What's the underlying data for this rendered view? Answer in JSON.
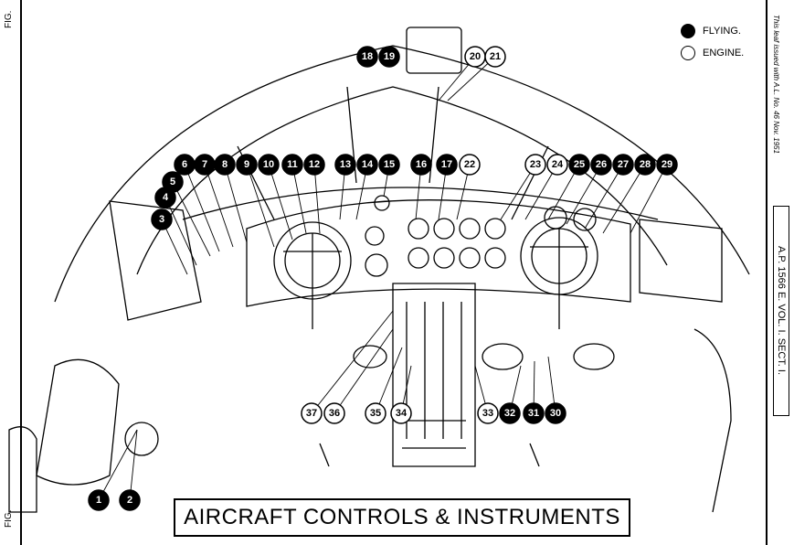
{
  "title": "AIRCRAFT CONTROLS & INSTRUMENTS",
  "legend": [
    {
      "label": "FLYING.",
      "style": "filled"
    },
    {
      "label": "ENGINE.",
      "style": "open"
    }
  ],
  "side_note": "This leaf issued with A.L. No. 46 Nov. 1951",
  "side_reference": "A.P. 1566 E. VOL. I. SECT. I.",
  "fig_label": "FIG.",
  "callouts": [
    {
      "number": "1",
      "type": "flying"
    },
    {
      "number": "2",
      "type": "flying"
    },
    {
      "number": "3",
      "type": "flying"
    },
    {
      "number": "4",
      "type": "flying"
    },
    {
      "number": "5",
      "type": "flying"
    },
    {
      "number": "6",
      "type": "flying"
    },
    {
      "number": "7",
      "type": "flying"
    },
    {
      "number": "8",
      "type": "flying"
    },
    {
      "number": "9",
      "type": "flying"
    },
    {
      "number": "10",
      "type": "flying"
    },
    {
      "number": "11",
      "type": "flying"
    },
    {
      "number": "12",
      "type": "flying"
    },
    {
      "number": "13",
      "type": "flying"
    },
    {
      "number": "14",
      "type": "flying"
    },
    {
      "number": "15",
      "type": "flying"
    },
    {
      "number": "16",
      "type": "flying"
    },
    {
      "number": "17",
      "type": "flying"
    },
    {
      "number": "18",
      "type": "flying"
    },
    {
      "number": "19",
      "type": "flying"
    },
    {
      "number": "20",
      "type": "engine"
    },
    {
      "number": "21",
      "type": "engine"
    },
    {
      "number": "22",
      "type": "engine"
    },
    {
      "number": "23",
      "type": "engine"
    },
    {
      "number": "24",
      "type": "engine"
    },
    {
      "number": "25",
      "type": "flying"
    },
    {
      "number": "26",
      "type": "flying"
    },
    {
      "number": "27",
      "type": "flying"
    },
    {
      "number": "28",
      "type": "flying"
    },
    {
      "number": "29",
      "type": "flying"
    },
    {
      "number": "30",
      "type": "flying"
    },
    {
      "number": "31",
      "type": "flying"
    },
    {
      "number": "32",
      "type": "flying"
    },
    {
      "number": "33",
      "type": "engine"
    },
    {
      "number": "34",
      "type": "engine"
    },
    {
      "number": "35",
      "type": "engine"
    },
    {
      "number": "36",
      "type": "engine"
    },
    {
      "number": "37",
      "type": "engine"
    }
  ]
}
